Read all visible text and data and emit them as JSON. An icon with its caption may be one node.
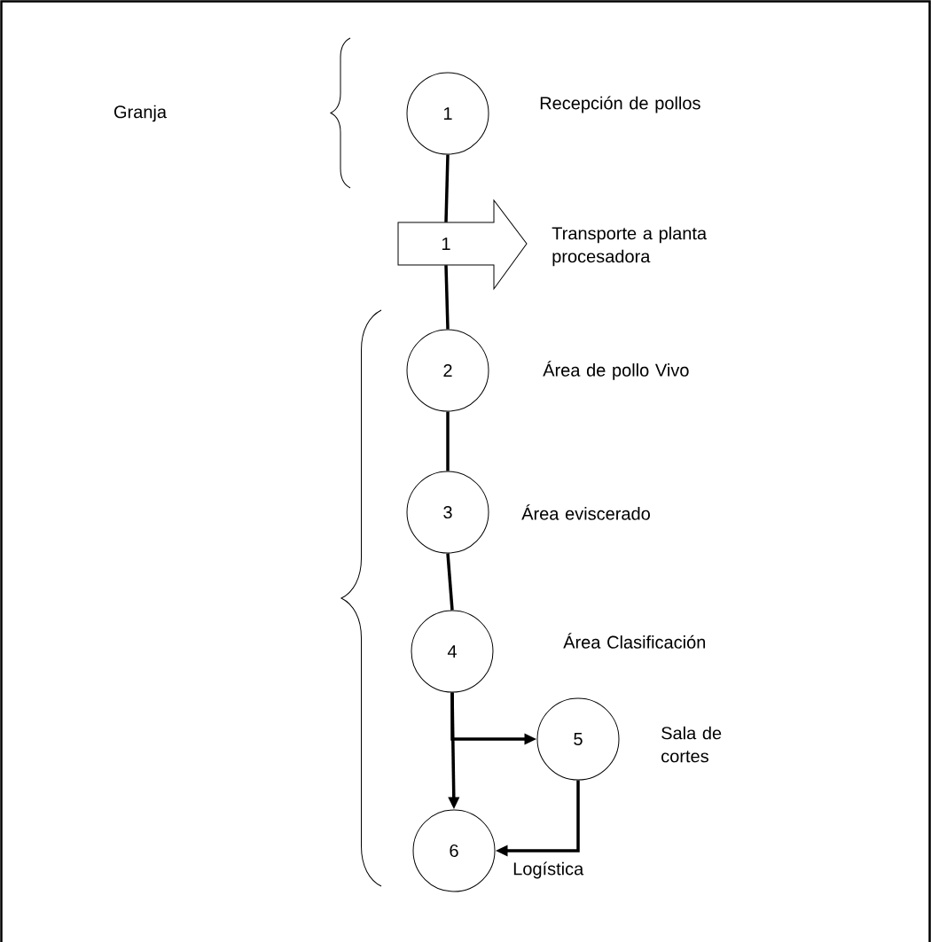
{
  "diagram": {
    "nodes": [
      {
        "text": [
          "1"
        ],
        "beside": [
          "Recepción de pollos"
        ]
      },
      {
        "text": [
          "1"
        ],
        "beside": [
          "Transporte a planta procesadora"
        ]
      },
      {
        "text": [
          "2"
        ],
        "beside": [
          "Área de pollo Vivo"
        ]
      },
      {
        "text": [
          "3"
        ],
        "beside": [
          "Área eviscerado"
        ]
      },
      {
        "text": [
          "4"
        ],
        "beside": [
          "Área Clasificación"
        ]
      },
      {
        "text": [
          "5"
        ],
        "beside": [
          "Sala de cortes"
        ]
      },
      {
        "text": [
          "6"
        ],
        "beside": [
          "Logística"
        ]
      }
    ],
    "edges": [
      {
        "from": 0,
        "to": 1,
        "arrow": "none"
      },
      {
        "from": 1,
        "to": 2,
        "arrow": "none"
      },
      {
        "from": 2,
        "to": 3,
        "arrow": "none"
      },
      {
        "from": 3,
        "to": 4,
        "arrow": "none"
      },
      {
        "from": 4,
        "to": 5,
        "arrow": "to"
      },
      {
        "from": 4,
        "to": 6,
        "arrow": "to"
      },
      {
        "from": 5,
        "to": 6,
        "arrow": "to"
      }
    ],
    "labels": [
      "Granja"
    ]
  }
}
